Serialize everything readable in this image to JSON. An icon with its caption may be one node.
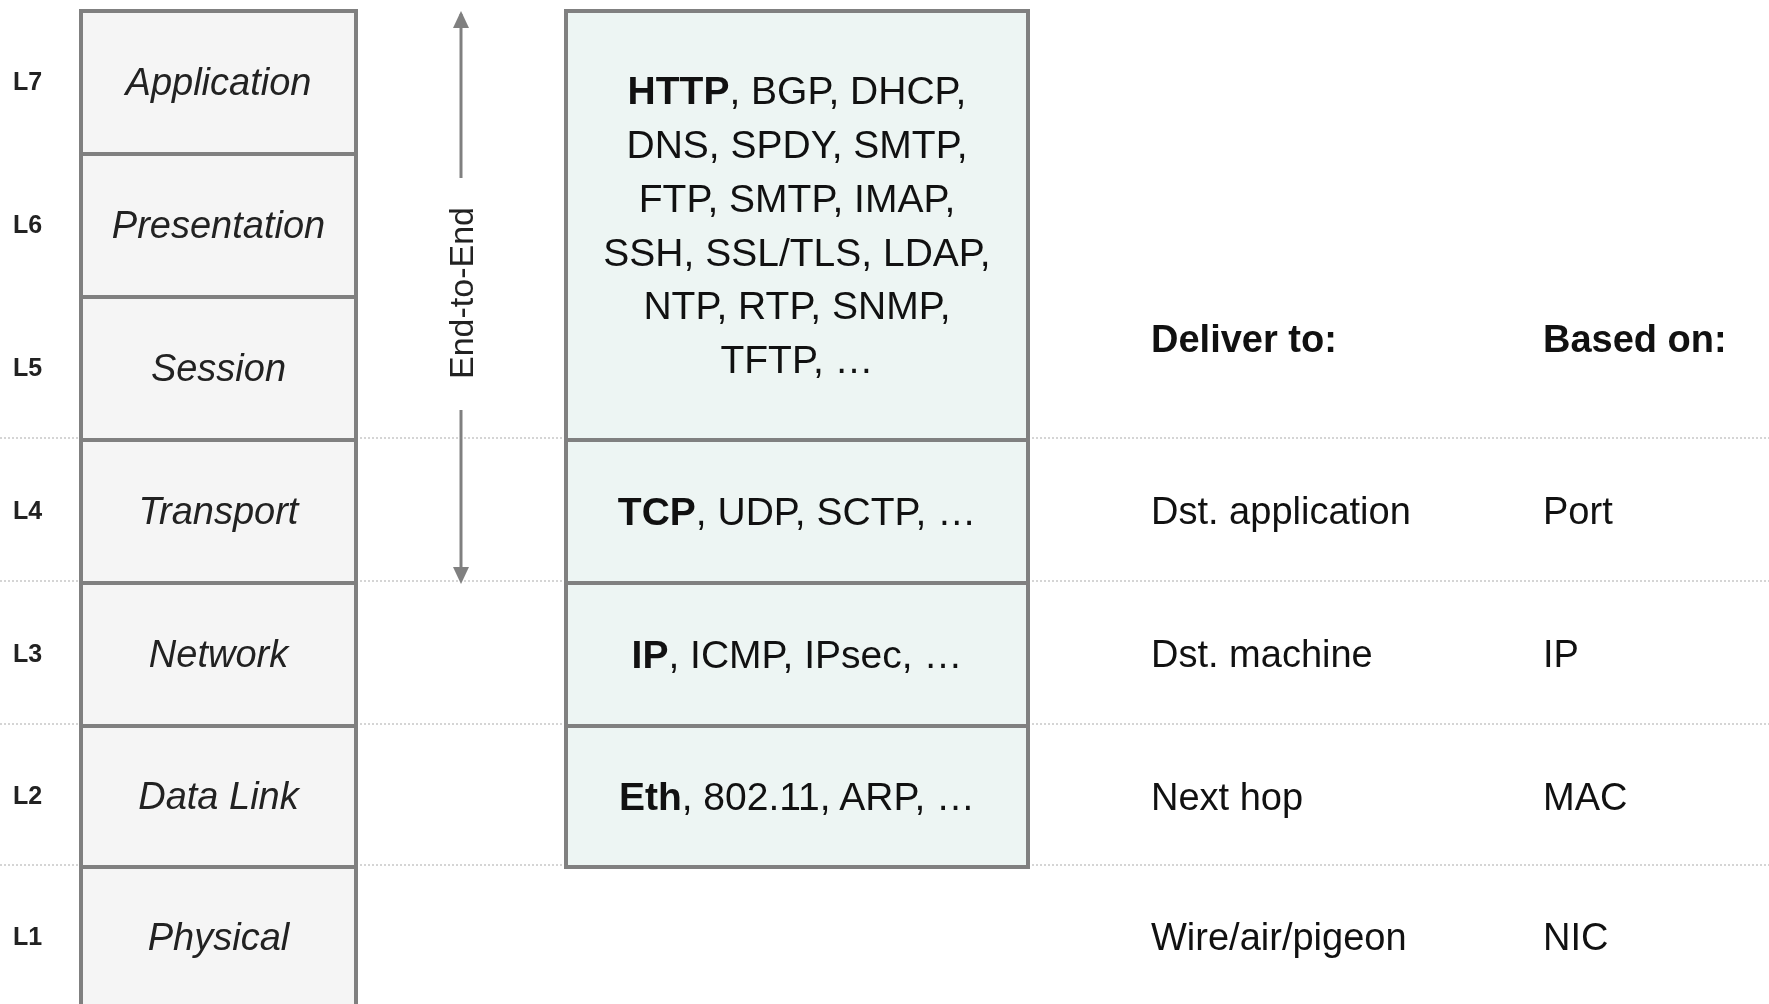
{
  "diagram": {
    "nodes": [
      {
        "text": [
          "Application"
        ],
        "beside": [
          "L7"
        ]
      },
      {
        "text": [
          "Presentation"
        ],
        "beside": [
          "L6"
        ]
      },
      {
        "text": [
          "Session"
        ],
        "beside": [
          "L5"
        ]
      },
      {
        "text": [
          "Transport"
        ],
        "beside": [
          "L4"
        ]
      },
      {
        "text": [
          "Network"
        ],
        "beside": [
          "L3"
        ]
      },
      {
        "text": [
          "Data Link"
        ],
        "beside": [
          "L2"
        ]
      },
      {
        "text": [
          "Physical"
        ],
        "beside": [
          "L1"
        ]
      },
      {
        "text": [
          "**HTTP**, BGP, DHCP, DNS, SPDY, SMTP, FTP, SMTP, IMAP, SSH, SSL/TLS, LDAP, NTP, RTP, SNMP, TFTP, …"
        ]
      },
      {
        "text": [
          "**TCP**, UDP, SCTP, …"
        ]
      },
      {
        "text": [
          "**IP**, ICMP, IPsec, …"
        ]
      },
      {
        "text": [
          "**Eth**, 802.11, ARP, …"
        ]
      }
    ],
    "edges": [],
    "labels": [
      "End-to-End",
      "Deliver to:",
      "Based on:",
      "Dst. application",
      "Port",
      "Dst. machine",
      "IP",
      "Next hop",
      "MAC",
      "Wire/air/pigeon",
      "NIC"
    ]
  }
}
